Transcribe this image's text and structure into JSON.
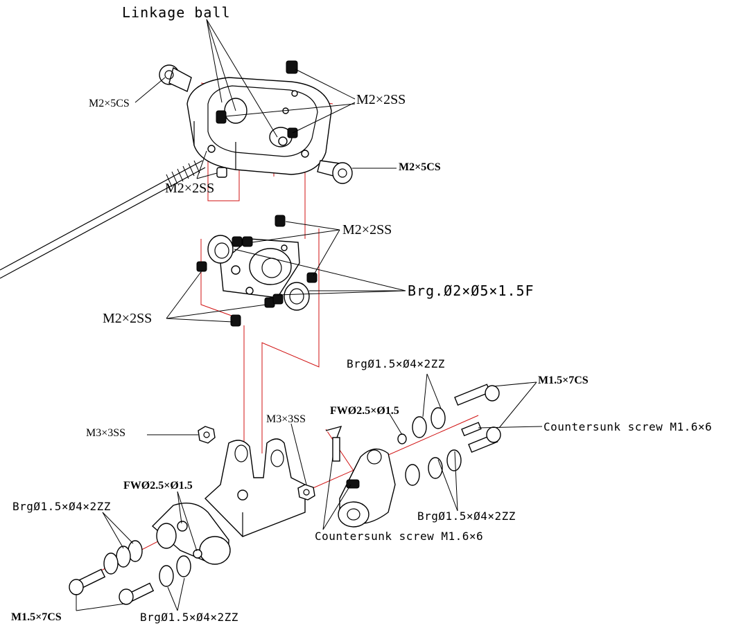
{
  "labels": {
    "linkage_ball": "Linkage ball",
    "m2x5cs_top_left": "M2×5CS",
    "m2x2ss_top_right": "M2×2SS",
    "m2x5cs_right": "M2×5CS",
    "m2x2ss_top_left": "M2×2SS",
    "m2x2ss_mid_right": "M2×2SS",
    "brg_2x5": "Brg.Ø2×Ø5×1.5F",
    "m2x2ss_mid_left": "M2×2SS",
    "brg_right_top": "BrgØ1.5×Ø4×2ZZ",
    "m15x7cs_right": "M1.5×7CS",
    "fw_right": "FWØ2.5×Ø1.5",
    "m3x3ss_center": "M3×3SS",
    "countersunk_right": "Countersunk screw M1.6×6",
    "m3x3ss_left": "M3×3SS",
    "fw_left": "FWØ2.5×Ø1.5",
    "brg_left_top": "BrgØ1.5×Ø4×2ZZ",
    "brg_right_bottom": "BrgØ1.5×Ø4×2ZZ",
    "countersunk_bottom": "Countersunk screw M1.6×6",
    "m15x7cs_left": "M1.5×7CS",
    "brg_left_bottom": "BrgØ1.5×Ø4×2ZZ"
  },
  "colors": {
    "line": "#000000",
    "center_lines": "#d01010",
    "background": "#ffffff"
  }
}
